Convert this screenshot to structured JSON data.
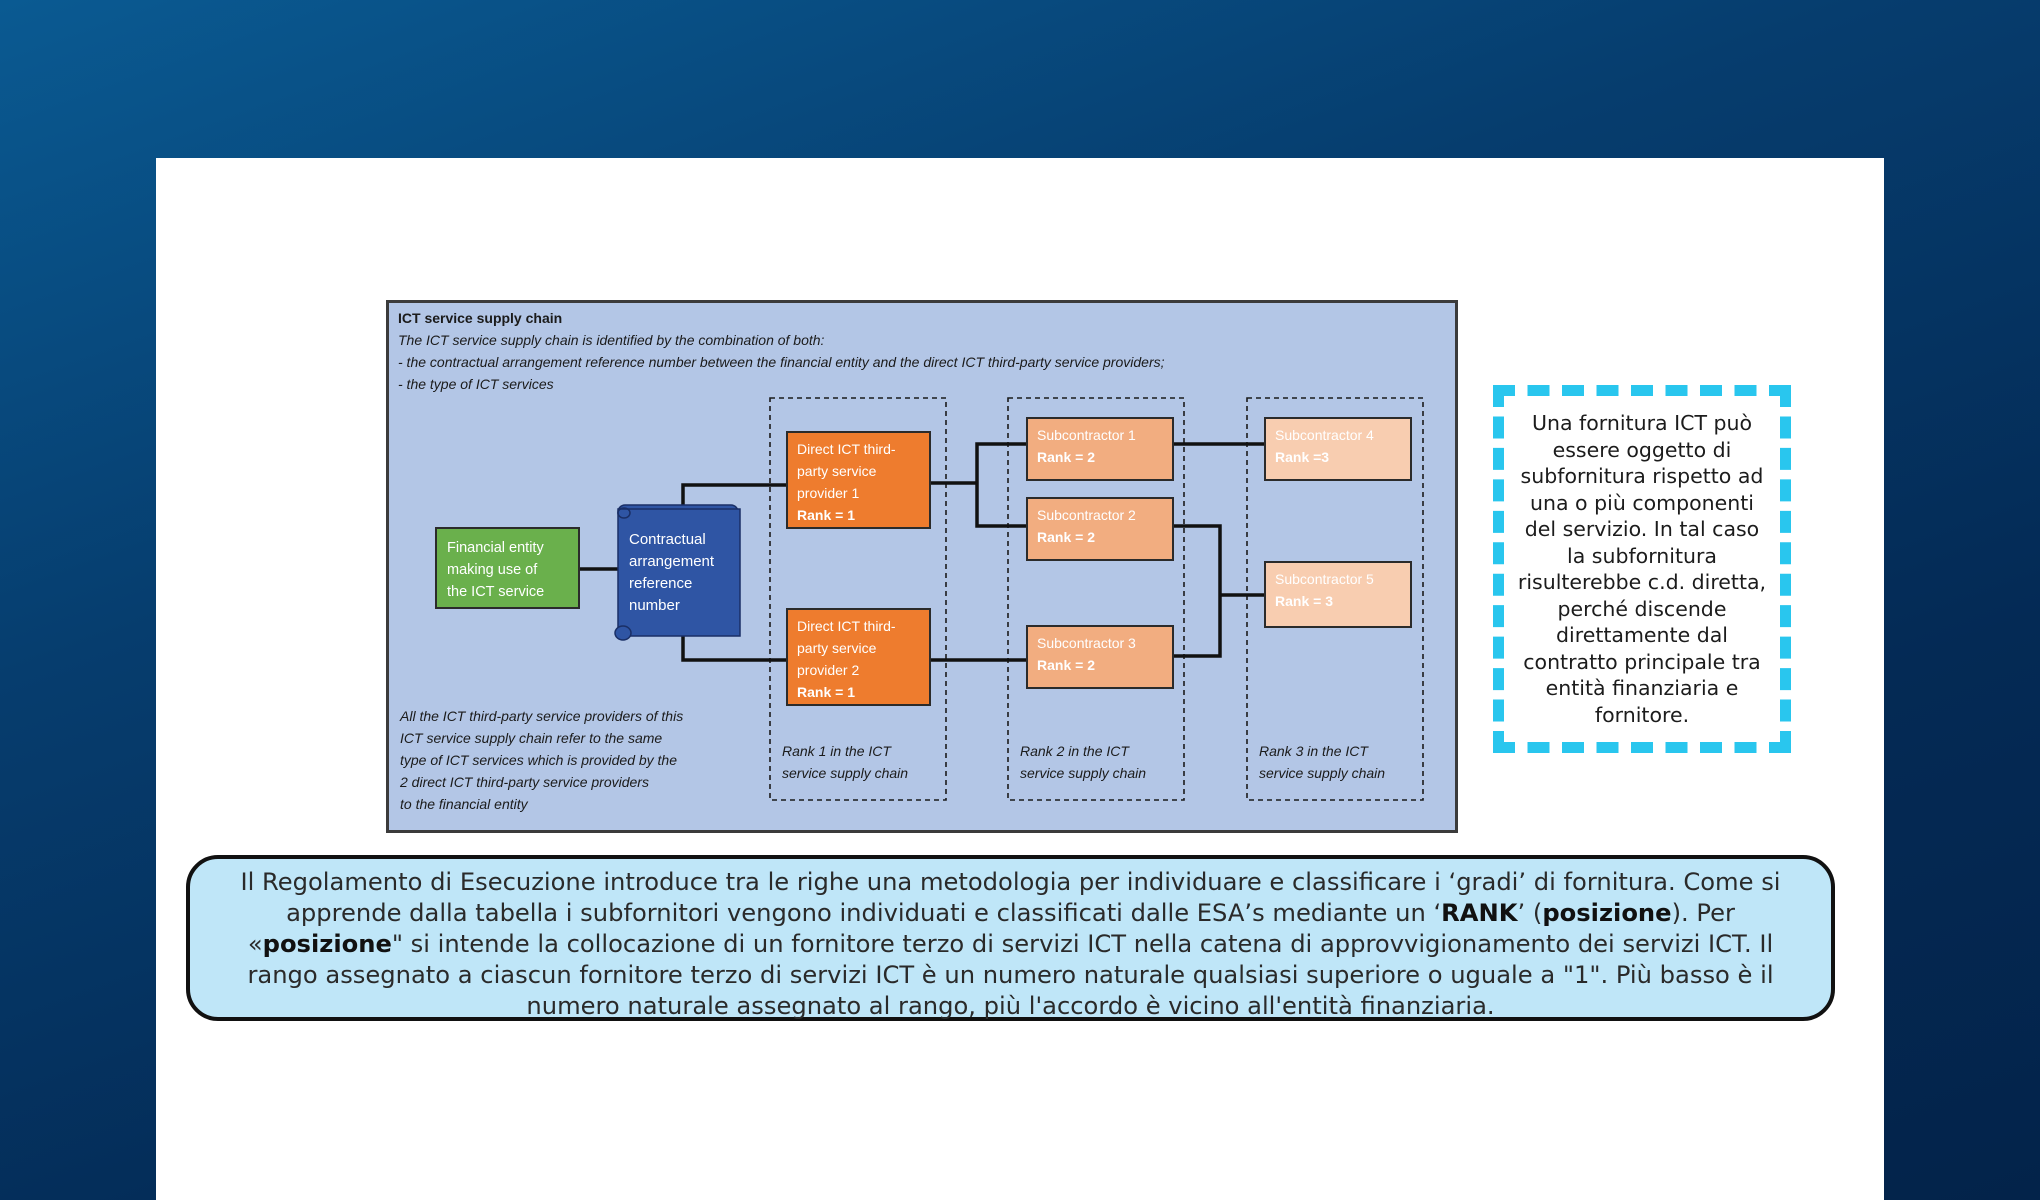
{
  "diagram": {
    "title": "ICT service supply chain",
    "intro": [
      "The ICT service supply chain is identified by the combination of both:",
      "- the contractual arrangement reference number between the financial entity and the direct ICT third-party service providers;",
      "- the type of ICT services"
    ],
    "financial_entity": [
      "Financial entity",
      "making use of",
      "the ICT service"
    ],
    "contract": [
      "Contractual",
      "arrangement",
      "reference",
      "number"
    ],
    "provider1": [
      "Direct ICT third-",
      "party service",
      "provider 1",
      "Rank = 1"
    ],
    "provider2": [
      "Direct ICT third-",
      "party service",
      "provider 2",
      "Rank = 1"
    ],
    "sub1": [
      "Subcontractor 1",
      "Rank = 2"
    ],
    "sub2": [
      "Subcontractor 2",
      "Rank = 2"
    ],
    "sub3": [
      "Subcontractor 3",
      "Rank = 2"
    ],
    "sub4": [
      "Subcontractor 4",
      "Rank =3"
    ],
    "sub5": [
      "Subcontractor 5",
      "Rank = 3"
    ],
    "rank1": [
      "Rank 1 in the ICT",
      "service supply chain"
    ],
    "rank2": [
      "Rank 2 in the ICT",
      "service supply chain"
    ],
    "rank3": [
      "Rank 3 in the ICT",
      "service supply chain"
    ],
    "footnote": [
      "All the ICT third-party service providers of this",
      "ICT service supply chain refer to the same",
      "type of ICT services which is provided by the",
      "2 direct ICT third-party service providers",
      "to the financial entity"
    ]
  },
  "note": "Una fornitura ICT può essere oggetto di subfornitura rispetto ad una o più componenti del servizio. In tal caso la subfornitura risulterebbe c.d. diretta, perché discende direttamente dal contratto principale tra entità finanziaria e fornitore.",
  "info": {
    "p1": "Il Regolamento di Esecuzione introduce tra le righe una metodologia per individuare e classificare i ‘gradi’ di fornitura. Come si apprende dalla tabella i subfornitori vengono individuati e classificati dalle ESA’s mediante un ‘",
    "b1": "RANK",
    "p2": "’ (",
    "b2": "posizione",
    "p3": "). Per «",
    "b3": "posizione",
    "p4": "\" si intende la collocazione di un fornitore terzo di servizi ICT nella catena di approvvigionamento dei servizi ICT. Il rango assegnato a ciascun fornitore terzo di servizi ICT è un numero naturale qualsiasi superiore o uguale a \"1\". Più basso è il numero naturale assegnato al rango, più l'accordo è vicino all'entità finanziaria."
  },
  "colors": {
    "background_top": "#0a5a92",
    "background_bottom": "#03234a",
    "diagram_bg": "#b3c6e6",
    "financial_entity": "#6ab04c",
    "contract": "#2f55a4",
    "direct_provider": "#ee7c2e",
    "subcontractor_rank2": "#f2ad80",
    "subcontractor_rank3": "#f8cdb0",
    "note_border": "#29c6ee",
    "info_bg": "#bfe6f8"
  }
}
